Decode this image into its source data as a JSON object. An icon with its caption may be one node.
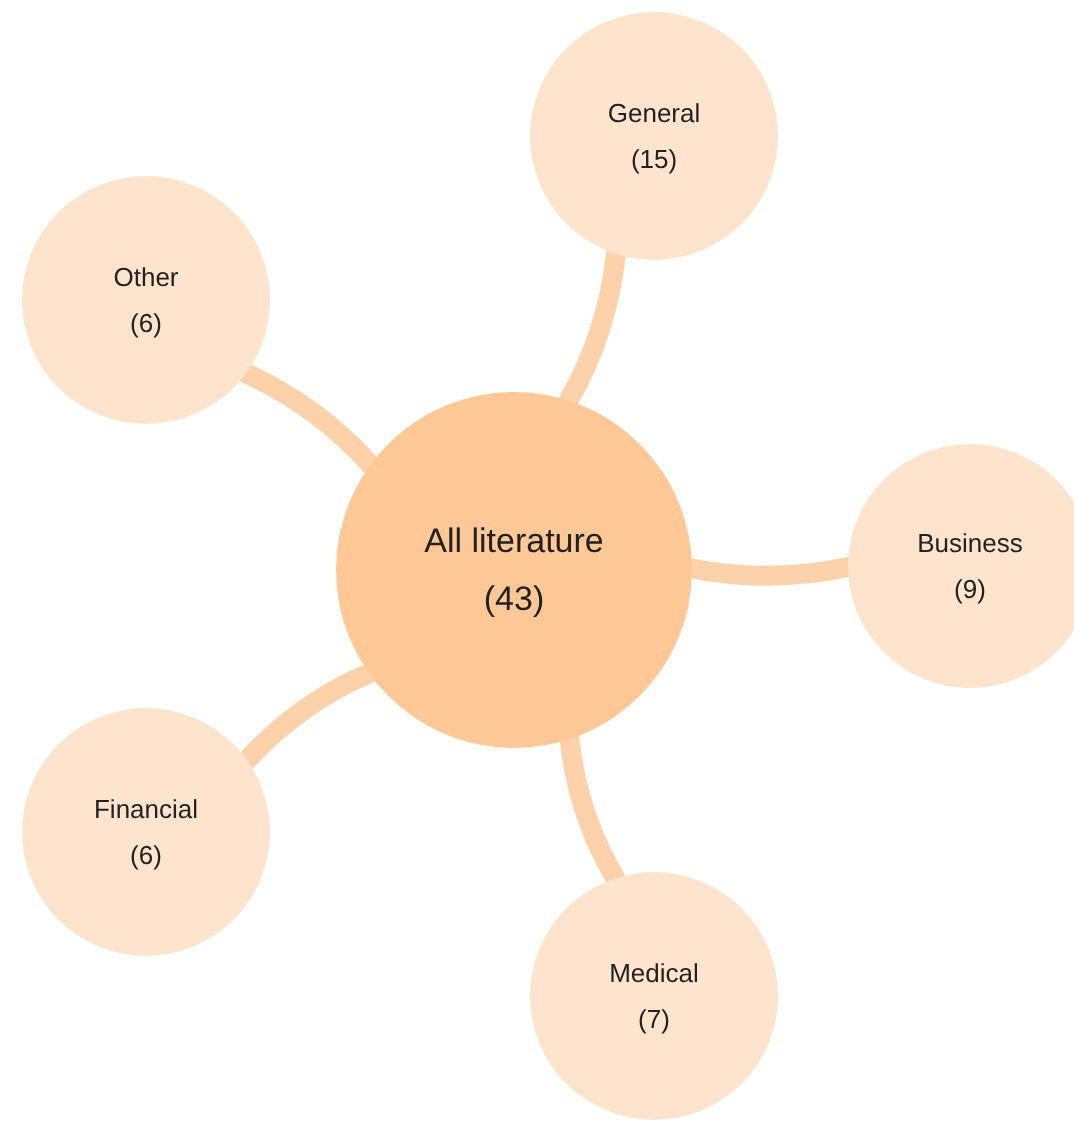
{
  "diagram": {
    "nodes": [
      {
        "text": [
          "All literature",
          "(43)"
        ]
      },
      {
        "text": [
          "General",
          "(15)"
        ]
      },
      {
        "text": [
          "Other",
          "(6)"
        ]
      },
      {
        "text": [
          "Business",
          "(9)"
        ]
      },
      {
        "text": [
          "Financial",
          "(6)"
        ]
      },
      {
        "text": [
          "Medical",
          "(7)"
        ]
      }
    ],
    "edges": [
      {
        "from": 0,
        "to": 1,
        "arrow": "none"
      },
      {
        "from": 0,
        "to": 2,
        "arrow": "none"
      },
      {
        "from": 0,
        "to": 3,
        "arrow": "none"
      },
      {
        "from": 0,
        "to": 4,
        "arrow": "none"
      },
      {
        "from": 0,
        "to": 5,
        "arrow": "none"
      }
    ]
  }
}
